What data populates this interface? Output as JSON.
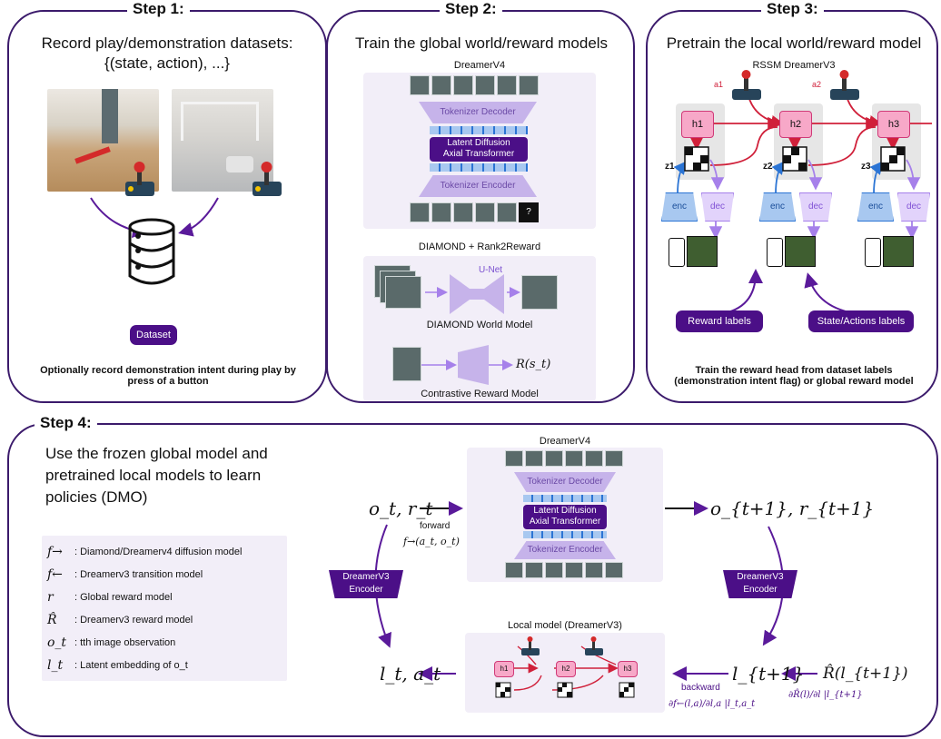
{
  "step1": {
    "label": "Step 1:",
    "title_line1": "Record play/demonstration datasets:",
    "title_line2": "{(state, action), ...}",
    "dataset_label": "Dataset",
    "note": "Optionally record demonstration intent during play by press of a button"
  },
  "step2": {
    "label": "Step 2:",
    "title": "Train the global world/reward models",
    "dreamer_title": "DreamerV4",
    "tok_decoder": "Tokenizer Decoder",
    "latent_line1": "Latent Diffusion",
    "latent_line2": "Axial Transformer",
    "tok_encoder": "Tokenizer Encoder",
    "question": "?",
    "diamond_title": "DIAMOND + Rank2Reward",
    "unet": "U-Net",
    "diamond_caption": "DIAMOND World Model",
    "reward_output": "R(s_t)",
    "contrastive_caption": "Contrastive Reward Model"
  },
  "step3": {
    "label": "Step 3:",
    "title": "Pretrain the local world/reward model",
    "subtitle": "RSSM DreamerV3",
    "actions": [
      "a1",
      "a2"
    ],
    "h_nodes": [
      "h1",
      "h2",
      "h3"
    ],
    "z_nodes": [
      "z1",
      "z2",
      "z3"
    ],
    "enc": "enc",
    "dec": "dec",
    "reward_labels": "Reward labels",
    "state_action_labels": "State/Actions labels",
    "note": "Train the reward head from dataset labels (demonstration intent flag) or global reward model"
  },
  "step4": {
    "label": "Step 4:",
    "title": "Use the frozen global model and pretrained local models to learn policies (DMO)",
    "legend": [
      {
        "sym": "f→",
        "text": ": Diamond/Dreamerv4 diffusion model"
      },
      {
        "sym": "f←",
        "text": ": Dreamerv3 transition model"
      },
      {
        "sym": "r",
        "text": ": Global reward model"
      },
      {
        "sym": "R̂",
        "text": ": Dreamerv3 reward model"
      },
      {
        "sym": "o_t",
        "text": ": tth image observation"
      },
      {
        "sym": "l_t",
        "text": ": Latent embedding of o_t"
      }
    ],
    "ot_rt": "o_t, r_t",
    "forward": "forward",
    "forward_fn": "f→(a_t, o_t)",
    "dreamer_title": "DreamerV4",
    "tok_decoder": "Tokenizer Decoder",
    "latent_line1": "Latent Diffusion",
    "latent_line2": "Axial Transformer",
    "tok_encoder": "Tokenizer Encoder",
    "next_obs": "o_{t+1}, r_{t+1}",
    "encoder_line1": "DreamerV3",
    "encoder_line2": "Encoder",
    "local_title": "Local model (DreamerV3)",
    "lt_at": "l_t, a_t",
    "l_next": "l_{t+1}",
    "r_hat_next": "R̂(l_{t+1})",
    "backward": "backward",
    "grad_left": "∂f←(l,a)/∂l,a |l_t,a_t",
    "grad_right": "∂R̂(l)/∂l |l_{t+1}"
  },
  "colors": {
    "panel_border": "#3b1a6b",
    "accent_purple": "#4b0f87",
    "arrow_purple": "#5a1a9a",
    "arrow_red": "#d0203a",
    "encoder_blue": "#2b74d4",
    "decoder_lilac": "#a680ea",
    "h_pink": "#f7a8c8"
  }
}
